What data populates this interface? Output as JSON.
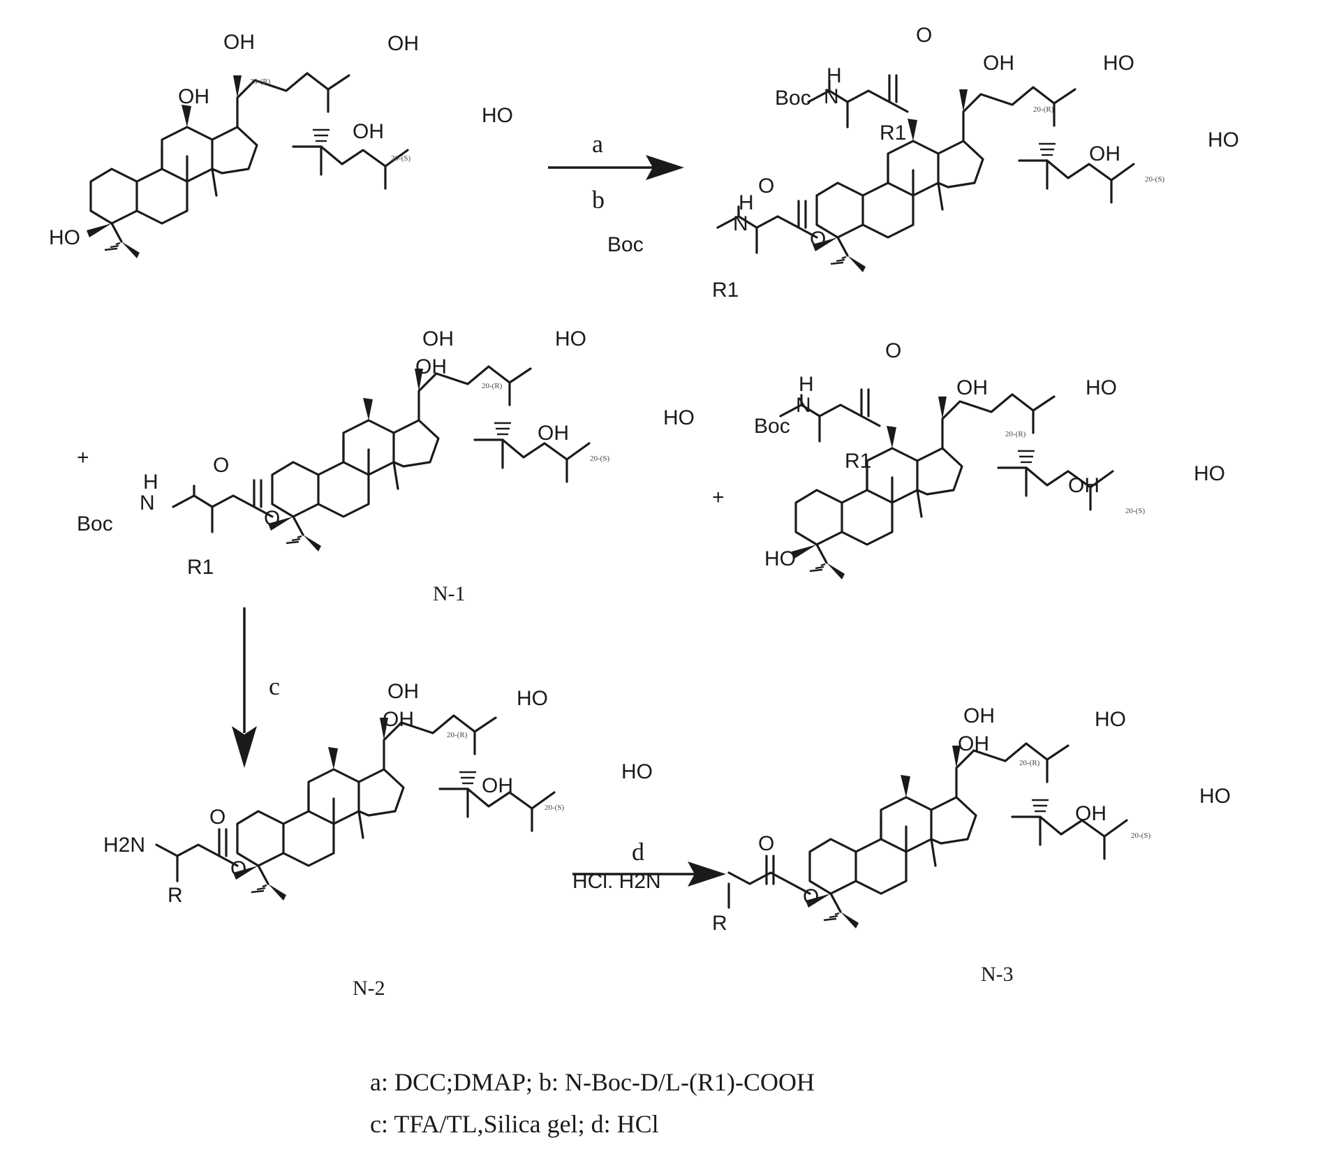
{
  "labels": {
    "oh": "OH",
    "ho": "HO",
    "h": "H",
    "n": "N",
    "o": "O",
    "boc": "Boc",
    "r1": "R1",
    "r": "R",
    "h2n": "H2N",
    "hcl_h2n": "HCl. H2N",
    "plus": "+",
    "c20r": "20-(R)",
    "c20s": "20-(S)"
  },
  "compounds": {
    "n1": "N-1",
    "n2": "N-2",
    "n3": "N-3"
  },
  "steps": {
    "a": "a",
    "b": "b",
    "c": "c",
    "d": "d"
  },
  "conditions": {
    "line1": "a:  DCC;DMAP;  b:  N-Boc-D/L-(R1)-COOH",
    "line2": "c:  TFA/TL,Silica gel; d:  HCl"
  }
}
